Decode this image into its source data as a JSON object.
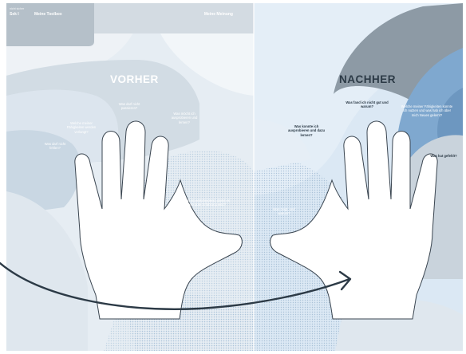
{
  "header": {
    "kicker": "nicht sicher",
    "level": "Sek I",
    "left_title": "Meine Toolbox",
    "right_title": "Meine Meinung"
  },
  "before": {
    "title": "VORHER",
    "questions": {
      "q1": "Was darf nicht passieren?",
      "q2": "Was möcht ich ausprobieren und lernen?",
      "q3": "Welche meiner Fähigkeiten werden verlangt?",
      "q4": "Was darf nicht fehlen?",
      "q5": "Was ist entscheidend, damit es eine gute Erfahrung wird?"
    }
  },
  "after": {
    "title": "NACHHER",
    "questions": {
      "q1": "Was fand ich nicht gut und warum?",
      "q2": "Welche meiner Fähigkeiten konnte ich nutzen und was hab ich über mich Neues gelernt?",
      "q3": "Was konnte ich ausprobieren und dazu lernen?",
      "q4": "Was hat gefehlt?",
      "q5": "Was zeigt, und warum?"
    }
  },
  "colors": {
    "left_background": "#e4ecf2",
    "right_background": "#d9e7f3",
    "gray_arc": "#c5ced6",
    "dark_gray_arc": "#8d9aa5",
    "blue_arc": "#8fb6d8",
    "accent_dark": "#2c3a46",
    "hand_fill": "#ffffff",
    "hand_outline": "#3a4550"
  },
  "icons": {
    "hand_left": "open-hand-icon",
    "hand_right": "open-hand-icon",
    "connector": "curved-arrow-icon"
  }
}
